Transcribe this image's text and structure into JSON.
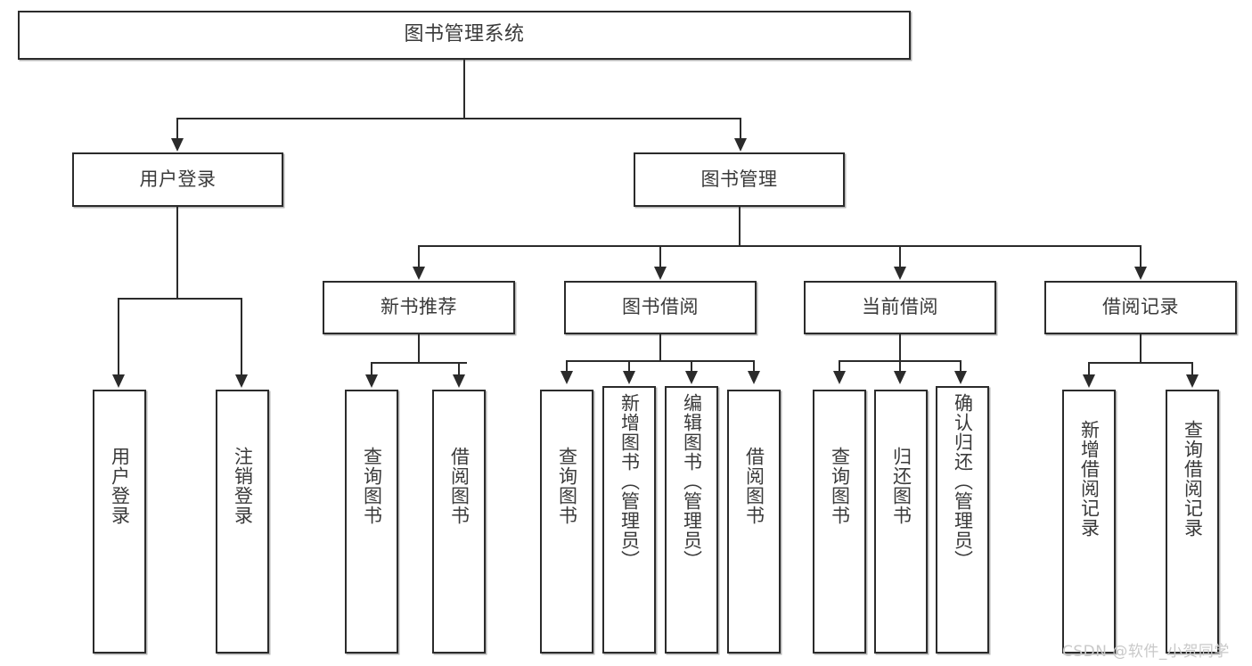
{
  "diagram": {
    "title": "图书管理系统",
    "type": "hierarchy-tree",
    "watermark": "CSDN @软件_小贺同学",
    "colors": {
      "box_border": "#2b2b2b",
      "box_fill": "#ffffff",
      "text": "#3a3a3a",
      "connector": "#2b2b2b",
      "watermark": "#c9c9c9",
      "background": "#ffffff"
    },
    "levels": {
      "level1": [
        {
          "id": "root",
          "label": "图书管理系统"
        }
      ],
      "level2": [
        {
          "id": "user-login",
          "label": "用户登录"
        },
        {
          "id": "book-manage",
          "label": "图书管理"
        }
      ],
      "level3": [
        {
          "id": "new-book-rec",
          "label": "新书推荐",
          "parent": "book-manage"
        },
        {
          "id": "book-borrow",
          "label": "图书借阅",
          "parent": "book-manage"
        },
        {
          "id": "current-borrow",
          "label": "当前借阅",
          "parent": "book-manage"
        },
        {
          "id": "borrow-record",
          "label": "借阅记录",
          "parent": "book-manage"
        }
      ],
      "leaves": [
        {
          "id": "leaf-user-login",
          "label": "用户登录",
          "parent": "user-login"
        },
        {
          "id": "leaf-logout",
          "label": "注销登录",
          "parent": "user-login"
        },
        {
          "id": "leaf-query-book-rec",
          "label": "查询图书",
          "parent": "new-book-rec"
        },
        {
          "id": "leaf-borrow-book-rec",
          "label": "借阅图书",
          "parent": "new-book-rec"
        },
        {
          "id": "leaf-query-book-borrow",
          "label": "查询图书",
          "parent": "book-borrow"
        },
        {
          "id": "leaf-add-book",
          "label": "新增图书（管理员）",
          "parent": "book-borrow"
        },
        {
          "id": "leaf-edit-book",
          "label": "编辑图书（管理员）",
          "parent": "book-borrow"
        },
        {
          "id": "leaf-borrow-book",
          "label": "借阅图书",
          "parent": "book-borrow"
        },
        {
          "id": "leaf-query-book-cur",
          "label": "查询图书",
          "parent": "current-borrow"
        },
        {
          "id": "leaf-return-book",
          "label": "归还图书",
          "parent": "current-borrow"
        },
        {
          "id": "leaf-confirm-return",
          "label": "确认归还（管理员）",
          "parent": "current-borrow"
        },
        {
          "id": "leaf-add-record",
          "label": "新增借阅记录",
          "parent": "borrow-record"
        },
        {
          "id": "leaf-query-record",
          "label": "查询借阅记录",
          "parent": "borrow-record"
        }
      ]
    }
  }
}
